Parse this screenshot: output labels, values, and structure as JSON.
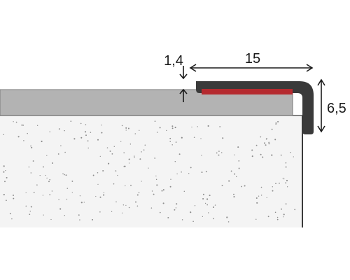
{
  "dimensions": {
    "thickness": "1,4",
    "width": "15",
    "height": "6,5"
  },
  "colors": {
    "background": "#ffffff",
    "substrate_fill": "#f4f4f4",
    "substrate_dots": "#8c8c8c",
    "floor_covering": "#b3b3b3",
    "profile": "#3a3a3a",
    "adhesive_tape": "#b52a2f",
    "dimension_line": "#1a1a1a"
  }
}
